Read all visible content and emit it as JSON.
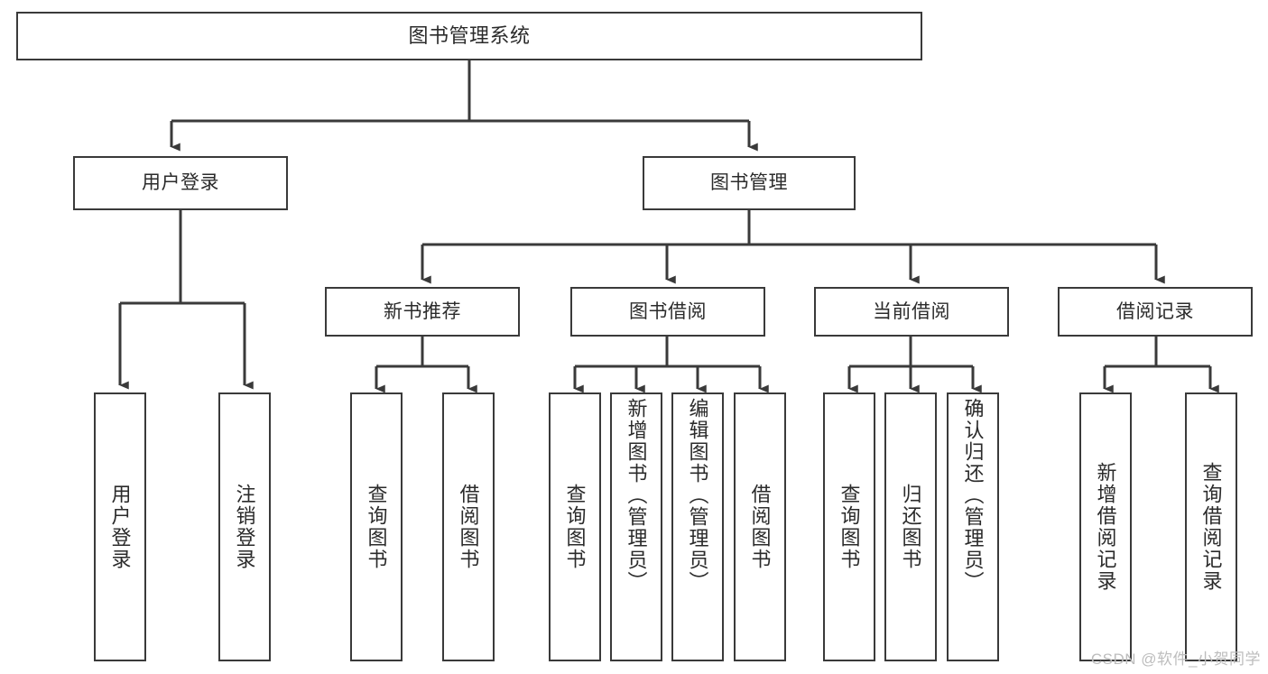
{
  "diagram": {
    "type": "tree-hierarchy",
    "title": "图书管理系统",
    "orientation": "top-down",
    "colors": {
      "stroke": "#3a3a3a",
      "fill": "#ffffff",
      "text": "#2b2b2b",
      "watermark": "#bdbdbd"
    },
    "watermark": "CSDN @软件_小贺同学"
  },
  "nodes": {
    "root": {
      "label": "图书管理系统",
      "level": 1
    },
    "level2": [
      {
        "id": "user-login",
        "label": "用户登录"
      },
      {
        "id": "book-manage",
        "label": "图书管理"
      }
    ],
    "level3": [
      {
        "id": "new-book-recommend",
        "label": "新书推荐"
      },
      {
        "id": "book-borrow",
        "label": "图书借阅"
      },
      {
        "id": "current-borrow",
        "label": "当前借阅"
      },
      {
        "id": "borrow-record",
        "label": "借阅记录"
      }
    ],
    "leaves": {
      "user-login": [
        {
          "id": "leaf-user-login",
          "label": "用户登录"
        },
        {
          "id": "leaf-logout-login",
          "label": "注销登录"
        }
      ],
      "new-book-recommend": [
        {
          "id": "leaf-query-book-1",
          "label": "查询图书"
        },
        {
          "id": "leaf-borrow-book-1",
          "label": "借阅图书"
        }
      ],
      "book-borrow": [
        {
          "id": "leaf-query-book-2",
          "label": "查询图书"
        },
        {
          "id": "leaf-add-book-admin",
          "label": "新增图书（管理员）"
        },
        {
          "id": "leaf-edit-book-admin",
          "label": "编辑图书（管理员）"
        },
        {
          "id": "leaf-borrow-book-2",
          "label": "借阅图书"
        }
      ],
      "current-borrow": [
        {
          "id": "leaf-query-book-3",
          "label": "查询图书"
        },
        {
          "id": "leaf-return-book",
          "label": "归还图书"
        },
        {
          "id": "leaf-confirm-return-admin",
          "label": "确认归还（管理员）"
        }
      ],
      "borrow-record": [
        {
          "id": "leaf-add-borrow-record",
          "label": "新增借阅记录"
        },
        {
          "id": "leaf-query-borrow-record",
          "label": "查询借阅记录"
        }
      ]
    }
  }
}
